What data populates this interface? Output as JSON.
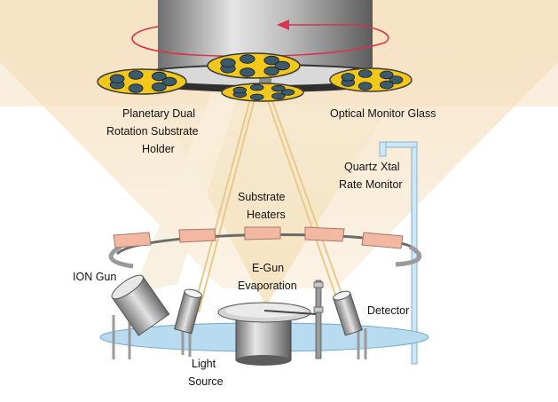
{
  "labels": {
    "planetary_holder": [
      "Planetary Dual",
      "Rotation Substrate",
      "Holder"
    ],
    "optical_monitor": "Optical Monitor Glass",
    "quartz_monitor": [
      "Quartz Xtal",
      "Rate Monitor"
    ],
    "substrate_heaters": [
      "Substrate",
      "Heaters"
    ],
    "ion_gun": "ION Gun",
    "e_gun": [
      "E-Gun",
      "Evaporation"
    ],
    "detector": "Detector",
    "light_source": [
      "Light",
      "Source"
    ]
  },
  "colors": {
    "chamber_fill": "#f8ead6",
    "dome_steel": "#9b9b9b",
    "planet_yellow": "#f2c81b",
    "heater_pink": "#f2b8a2",
    "base_plate": "#b9dbef",
    "beam_tan": "#f3dfb8",
    "rotation_arrow": "#d8334a"
  }
}
